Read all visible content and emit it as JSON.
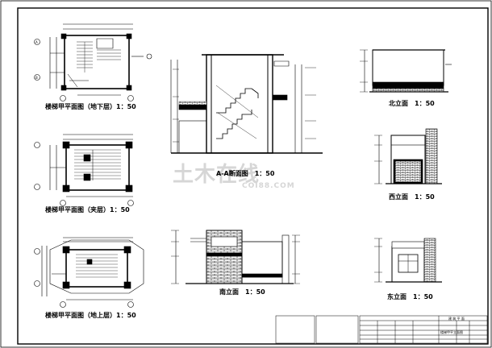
{
  "drawing_titles": {
    "plan_basement": "楼梯甲平面图（地下层）1：50",
    "plan_standard": "楼梯甲平面图（夹层）1：50",
    "plan_top": "楼梯甲平面图（地上层）1：50",
    "section": "A-A断面图　1：50",
    "north": "北立面　1：50",
    "west": "西立面　1：50",
    "south": "南立面　1：50",
    "east": "东立面　1：50"
  },
  "watermark": {
    "main": "土木在线",
    "sub": "COI88.COM"
  },
  "title_block": {
    "header": "建 筑 平 面",
    "drawing_name": "楼梯甲平立面图"
  },
  "colors": {
    "line": "#000000",
    "wall": "#000000",
    "watermark": "#d6d6d6"
  }
}
